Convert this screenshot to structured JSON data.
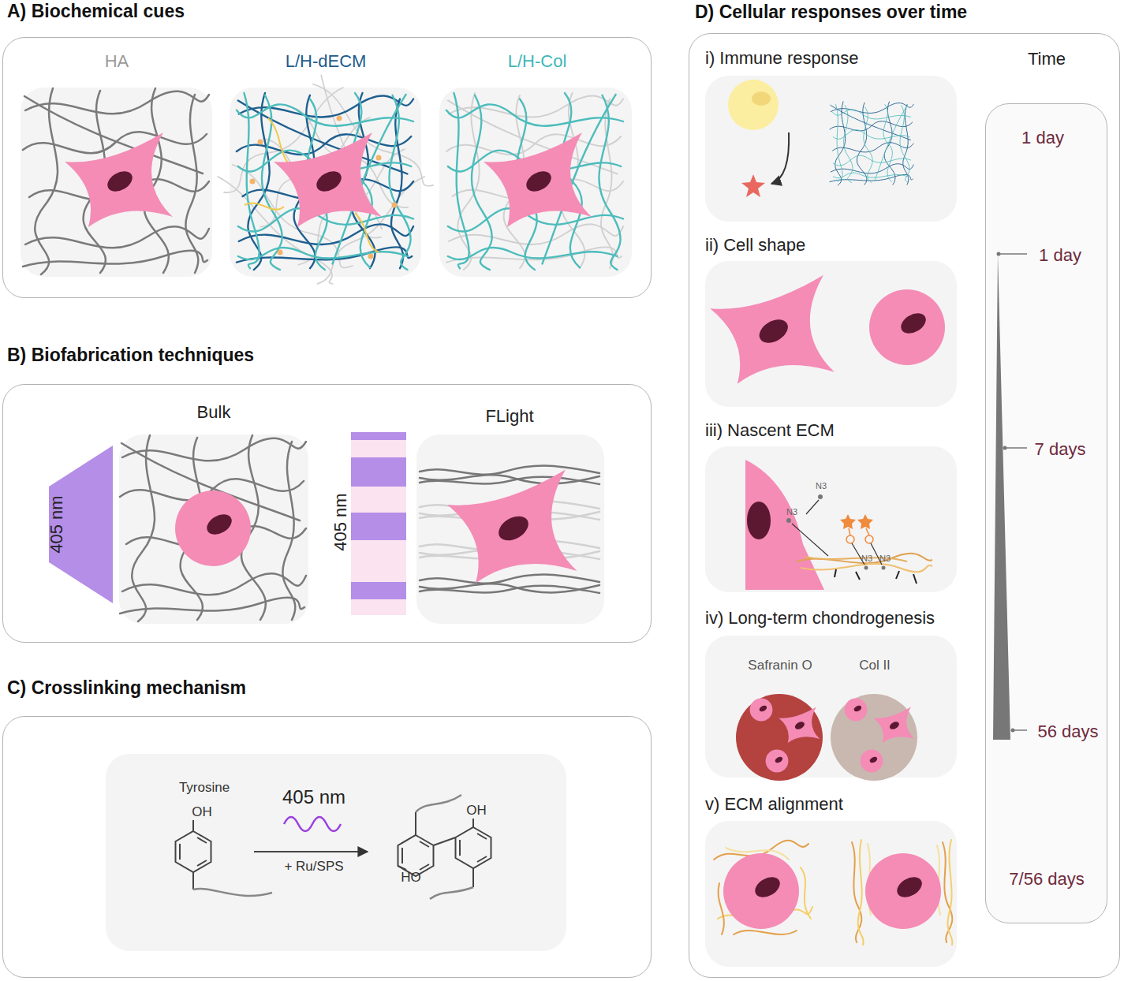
{
  "diagram": {
    "nodes": [
      {
        "text": [
          "A) Biochemical cues"
        ]
      },
      {
        "text": [
          "HA"
        ],
        "in": 0
      },
      {
        "text": [
          "L/H-dECM"
        ],
        "in": 0
      },
      {
        "text": [
          "L/H-Col"
        ],
        "in": 0
      },
      {
        "text": [
          "B) Biofabrication techniques"
        ]
      },
      {
        "text": [
          "Bulk"
        ],
        "in": 4
      },
      {
        "text": [
          "FLight"
        ],
        "in": 4
      },
      {
        "text": [
          "C) Crosslinking mechanism"
        ]
      },
      {
        "text": [
          "Tyrosine",
          "OH",
          "405 nm",
          "+ Ru/SPS",
          "OH",
          "HO"
        ],
        "in": 7
      },
      {
        "text": [
          "D) Cellular responses over time"
        ]
      },
      {
        "text": [
          "i) Immune response"
        ],
        "in": 9
      },
      {
        "text": [
          "ii) Cell shape"
        ],
        "in": 9
      },
      {
        "text": [
          "iii) Nascent ECM",
          "N3",
          "N3",
          "N3",
          "N3"
        ],
        "in": 9
      },
      {
        "text": [
          "iv) Long-term chondrogenesis",
          "Safranin O",
          "Col II"
        ],
        "in": 9
      },
      {
        "text": [
          "v) ECM alignment"
        ],
        "in": 9
      },
      {
        "text": [
          "Time",
          "1 day",
          "1 day",
          "7 days",
          "56 days",
          "7/56 days"
        ],
        "in": 9
      }
    ],
    "labels": [
      "405 nm",
      "405 nm"
    ]
  }
}
